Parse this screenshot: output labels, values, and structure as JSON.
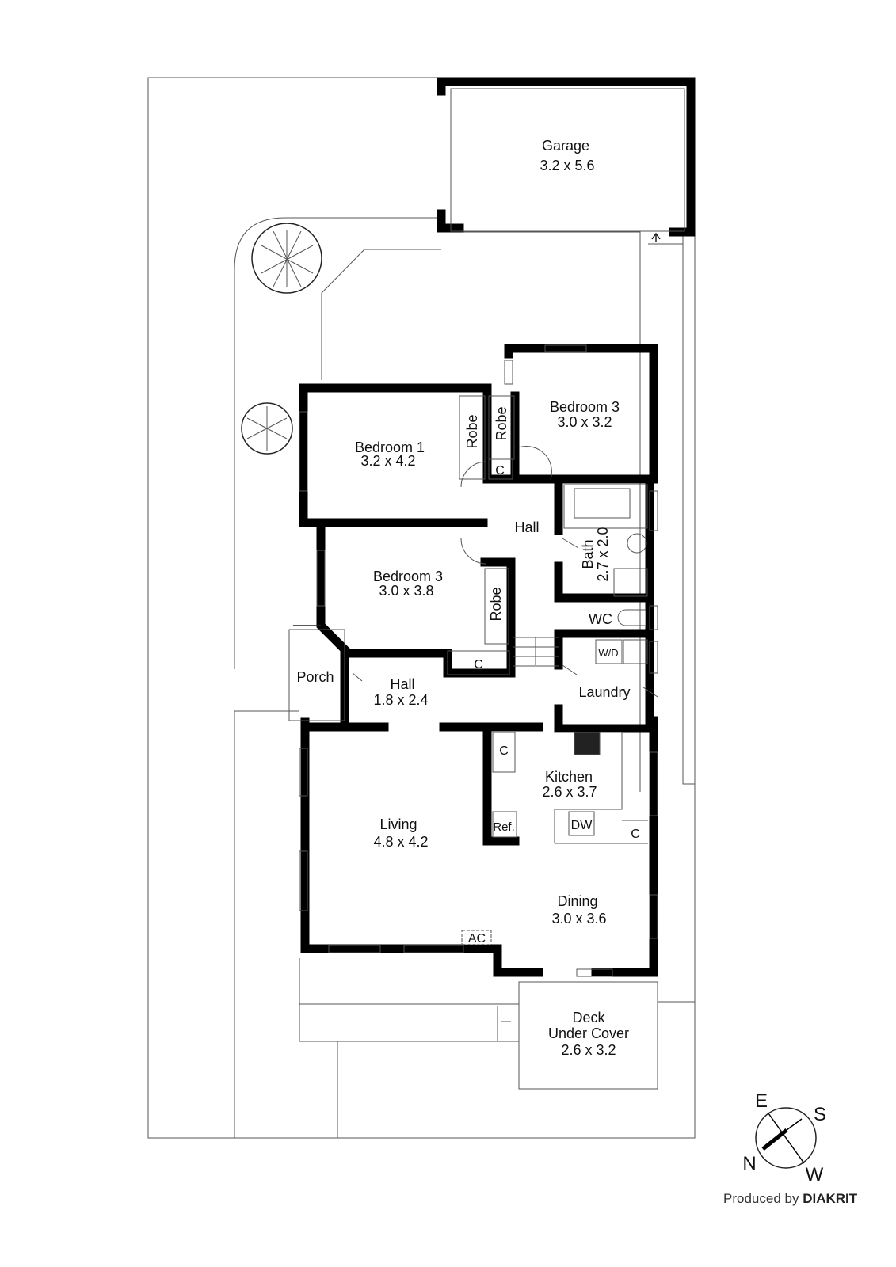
{
  "rooms": {
    "garage": {
      "name": "Garage",
      "size": "3.2 x 5.6"
    },
    "bedroom_top_right": {
      "name": "Bedroom 3",
      "size": "3.0 x 3.2"
    },
    "bedroom1": {
      "name": "Bedroom 1",
      "size": "3.2 x 4.2"
    },
    "bedroom_middle": {
      "name": "Bedroom 3",
      "size": "3.0 x 3.8"
    },
    "hall_upper": {
      "name": "Hall"
    },
    "bath": {
      "name": "Bath",
      "size": "2.7 x 2.0"
    },
    "wc": {
      "name": "WC"
    },
    "porch": {
      "name": "Porch"
    },
    "hall_lower": {
      "name": "Hall",
      "size": "1.8 x 2.4"
    },
    "laundry": {
      "name": "Laundry"
    },
    "kitchen": {
      "name": "Kitchen",
      "size": "2.6 x 3.7"
    },
    "living": {
      "name": "Living",
      "size": "4.8 x 4.2"
    },
    "dining": {
      "name": "Dining",
      "size": "3.0 x 3.6"
    },
    "deck": {
      "name": "Deck",
      "name2": "Under Cover",
      "size": "2.6 x 3.2"
    }
  },
  "fixtures": {
    "robe": "Robe",
    "cupboard": "C",
    "wd": "W/D",
    "ref": "Ref.",
    "dw": "DW",
    "ac": "AC"
  },
  "compass": {
    "north": "N",
    "east": "E",
    "south": "S",
    "west": "W"
  },
  "credit": {
    "prefix": "Produced by",
    "brand": "DIAKRIT"
  }
}
